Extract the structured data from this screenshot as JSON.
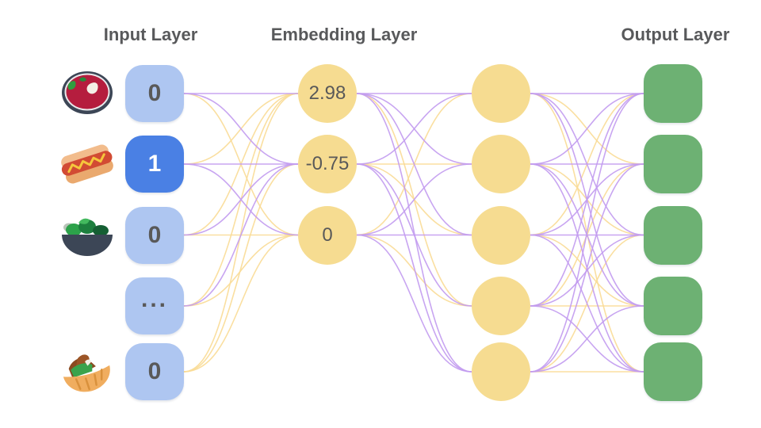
{
  "titles": {
    "input": "Input Layer",
    "embedding": "Embedding Layer",
    "output": "Output Layer"
  },
  "colors": {
    "background": "#ffffff",
    "title_text": "#58595b",
    "node_text": "#595959",
    "active_text": "#ffffff",
    "input_box": "#aec6f1",
    "input_box_active": "#4a80e4",
    "embed_circle": "#f6dc91",
    "hidden_circle": "#f6dc91",
    "output_box": "#6db173",
    "edge_purple": "#c29bef",
    "edge_yellow": "#fadc96"
  },
  "input_layer": {
    "nodes": [
      {
        "label": "0",
        "icon": "borscht-soup-icon",
        "active": false
      },
      {
        "label": "1",
        "icon": "hot-dog-icon",
        "active": true
      },
      {
        "label": "0",
        "icon": "salad-icon",
        "active": false
      },
      {
        "label": "...",
        "icon": null,
        "active": false
      },
      {
        "label": "0",
        "icon": "stuffed-pita-icon",
        "active": false
      }
    ]
  },
  "embedding_layer": {
    "nodes": [
      {
        "label": "2.98"
      },
      {
        "label": "-0.75"
      },
      {
        "label": "0"
      }
    ]
  },
  "hidden_layer": {
    "count": 5
  },
  "output_layer": {
    "count": 5
  },
  "edges": {
    "input_to_embedding": [
      [
        "P",
        "P",
        "Y"
      ],
      [
        "Y",
        "P",
        "P"
      ],
      [
        "Y",
        "P",
        "Y"
      ],
      [
        "Y",
        "P",
        "Y"
      ],
      [
        "Y",
        "Y",
        "Y"
      ]
    ],
    "embedding_to_hidden": [
      [
        "P",
        "P",
        "P",
        "Y",
        "P"
      ],
      [
        "P",
        "Y",
        "Y",
        "P",
        "P"
      ],
      [
        "Y",
        "P",
        "P",
        "Y",
        "P"
      ]
    ],
    "hidden_to_output": [
      [
        "P",
        "Y",
        "P",
        "P",
        "Y"
      ],
      [
        "P",
        "P",
        "Y",
        "P",
        "P"
      ],
      [
        "Y",
        "P",
        "P",
        "Y",
        "P"
      ],
      [
        "P",
        "Y",
        "P",
        "Y",
        "P"
      ],
      [
        "P",
        "P",
        "Y",
        "P",
        "Y"
      ]
    ]
  }
}
